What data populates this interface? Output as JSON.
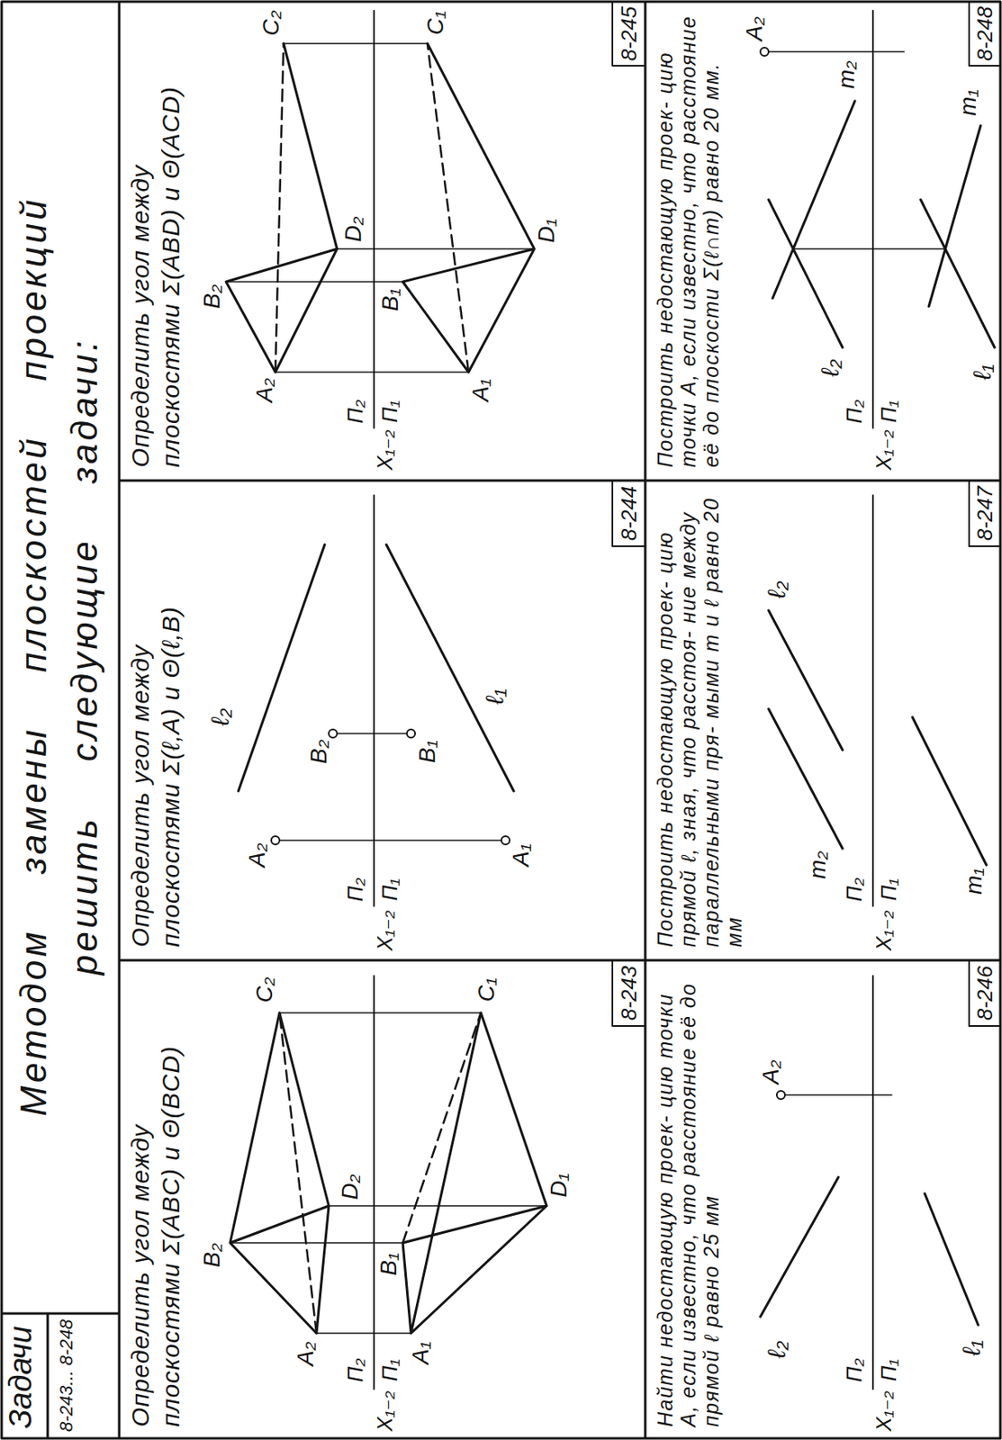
{
  "diagram": {
    "title": "Методом замены плоскостей проекций решить следующие задачи:",
    "labels": [
      "Задачи",
      "8-243... 8-248",
      "Определить угол между плоскостями Σ(ABC) и Θ(BCD)",
      "8-243",
      "Определить угол между плоскостями Σ(ℓ,A) и Θ(ℓ,B)",
      "8-244",
      "Определить угол между плоскостями Σ(ABD) и Θ(ACD)",
      "8-245",
      "Найти недостающую проек- цию точки A, если известно, что расстояние её до прямой ℓ равно 25 мм",
      "8-246",
      "Построить недостающую проек- цию прямой ℓ, зная, что расстоя- ние между параллельными пря- мыми m и ℓ равно 20 мм",
      "8-247",
      "Построить недостающую проек- цию точки A, если известно, что расстояние её до плоскости Σ(ℓ∩m) равно 20 мм.",
      "8-248",
      "A₂",
      "B₂",
      "C₂",
      "D₂",
      "A₁",
      "B₁",
      "C₁",
      "D₁",
      "Π₂",
      "X₁₋₂",
      "Π₁",
      "A₂",
      "A₁",
      "B₂",
      "B₁",
      "ℓ₂",
      "ℓ₁",
      "Π₂",
      "X₁₋₂",
      "Π₁",
      "A₂",
      "B₂",
      "C₂",
      "D₂",
      "A₁",
      "B₁",
      "C₁",
      "D₁",
      "Π₂",
      "X₁₋₂",
      "Π₁",
      "ℓ₂",
      "A₂",
      "ℓ₁",
      "Π₂",
      "X₁₋₂",
      "Π₁",
      "m₂",
      "ℓ₂",
      "m₁",
      "Π₂",
      "X₁₋₂",
      "Π₁",
      "ℓ₂",
      "m₂",
      "A₂",
      "ℓ₁",
      "m₁",
      "Π₂",
      "X₁₋₂",
      "Π₁"
    ]
  }
}
